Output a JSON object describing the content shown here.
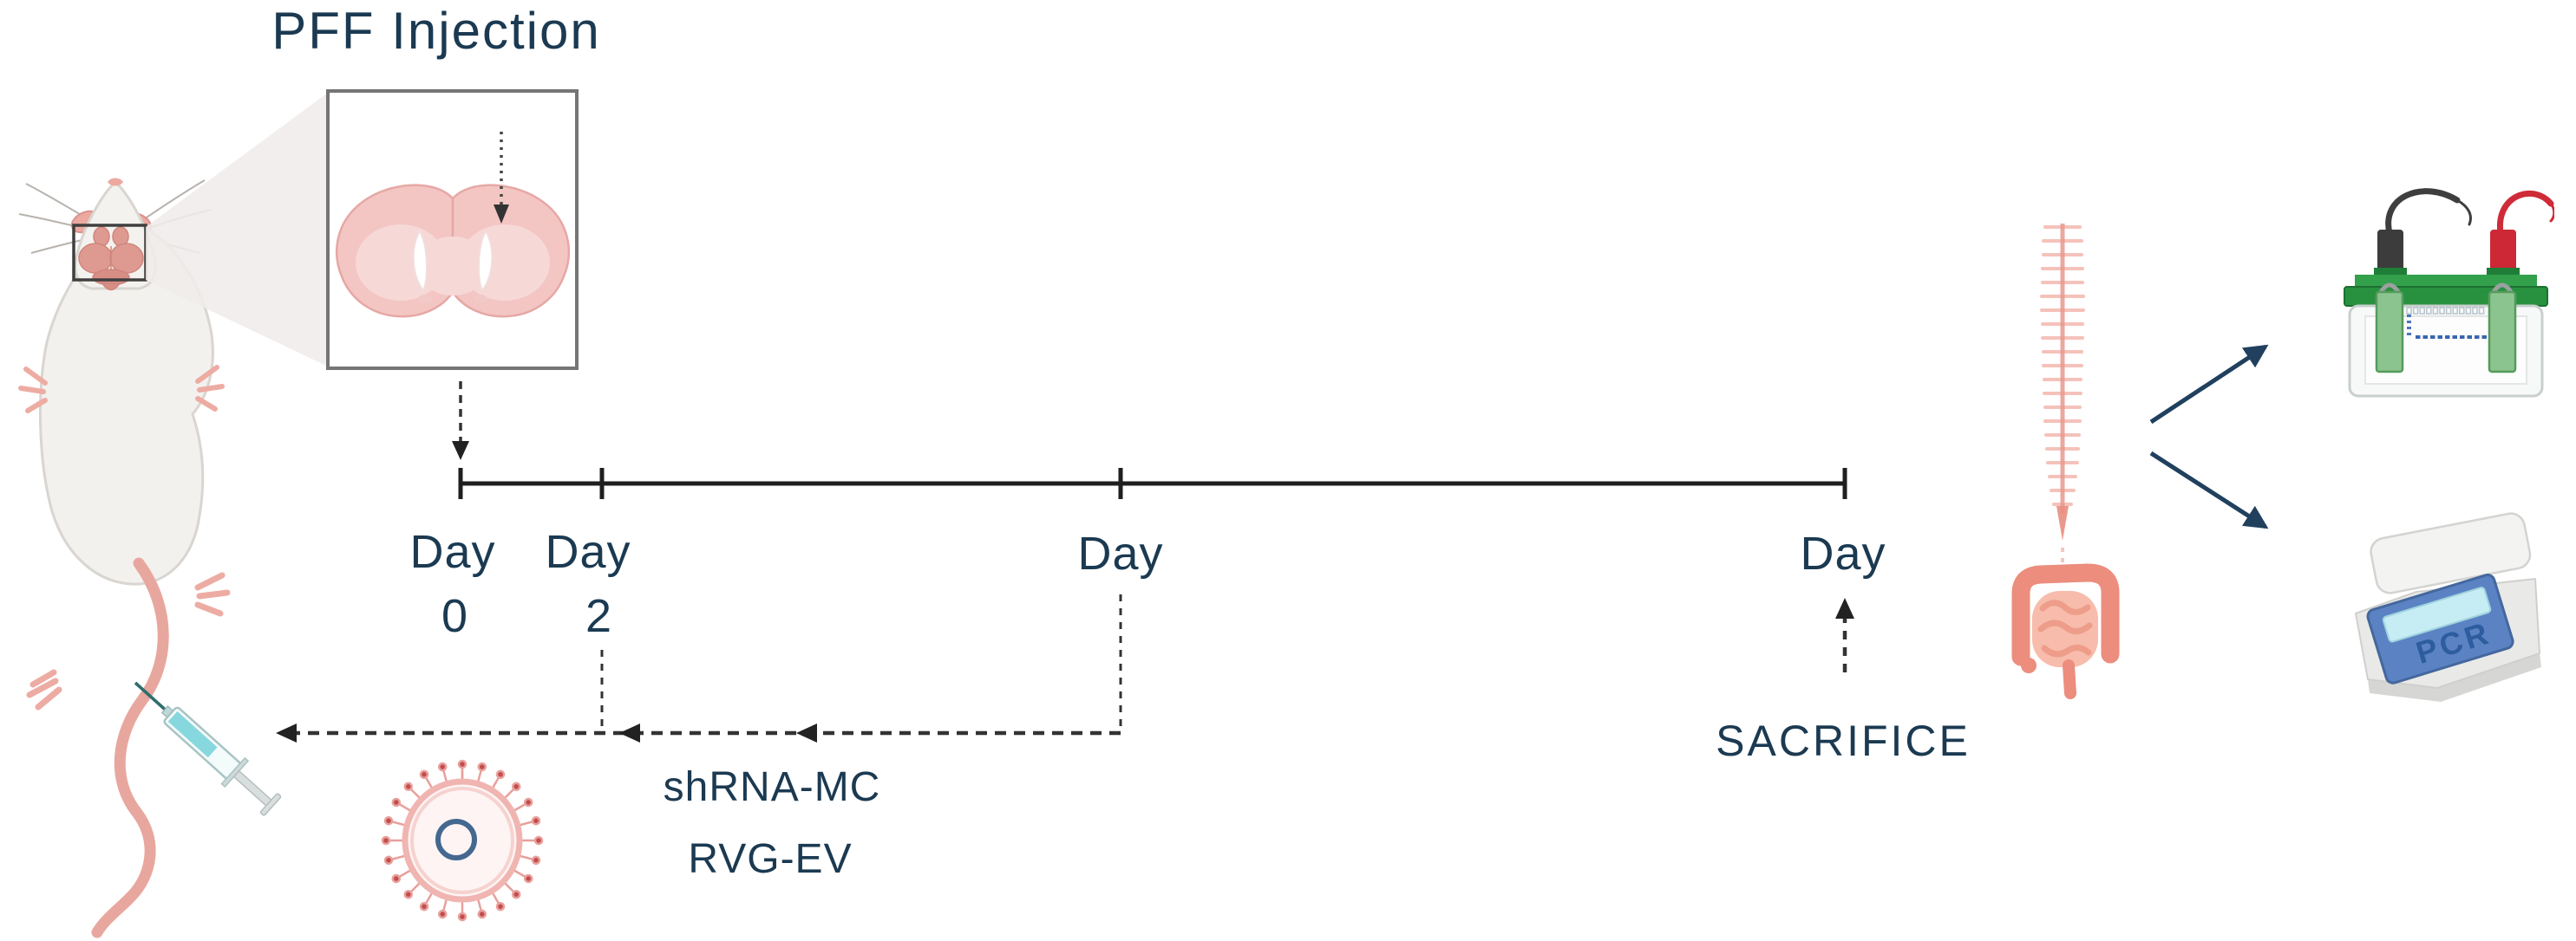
{
  "figure": {
    "title": "PFF Injection",
    "timeline": {
      "days": [
        {
          "word": "Day",
          "num": "0"
        },
        {
          "word": "Day",
          "num": "2"
        },
        {
          "word": "Day",
          "num": ""
        },
        {
          "word": "Day",
          "num": ""
        }
      ],
      "sacrifice": "SACRIFICE"
    },
    "treatment": {
      "line1": "shRNA-MC",
      "line2": "RVG-EV"
    },
    "equipment": {
      "thermocycler_label": "PCR"
    },
    "icons": {
      "mouse": "mouse-dorsal-with-tail-vein-syringe-icon",
      "inset": "brain-coronal-section-injection-icon",
      "vesicle": "rvg-ev-vesicle-icon",
      "spine": "spinal-cord-icon",
      "intestine": "intestine-icon",
      "gel": "gel-electrophoresis-icon",
      "pcr": "pcr-thermocycler-icon"
    },
    "colors": {
      "text_navy": "#1b3a52",
      "line_black": "#1f1f1f",
      "dash_gray": "#333333",
      "arrow_navy": "#20405e",
      "mouse_pink": "#eba89f",
      "organ_salmon": "#ec8d7e",
      "gel_green": "#28913f",
      "cable_red": "#cc2836",
      "panel_blue": "#5b83c3",
      "band_blue": "#3a66b0"
    }
  }
}
